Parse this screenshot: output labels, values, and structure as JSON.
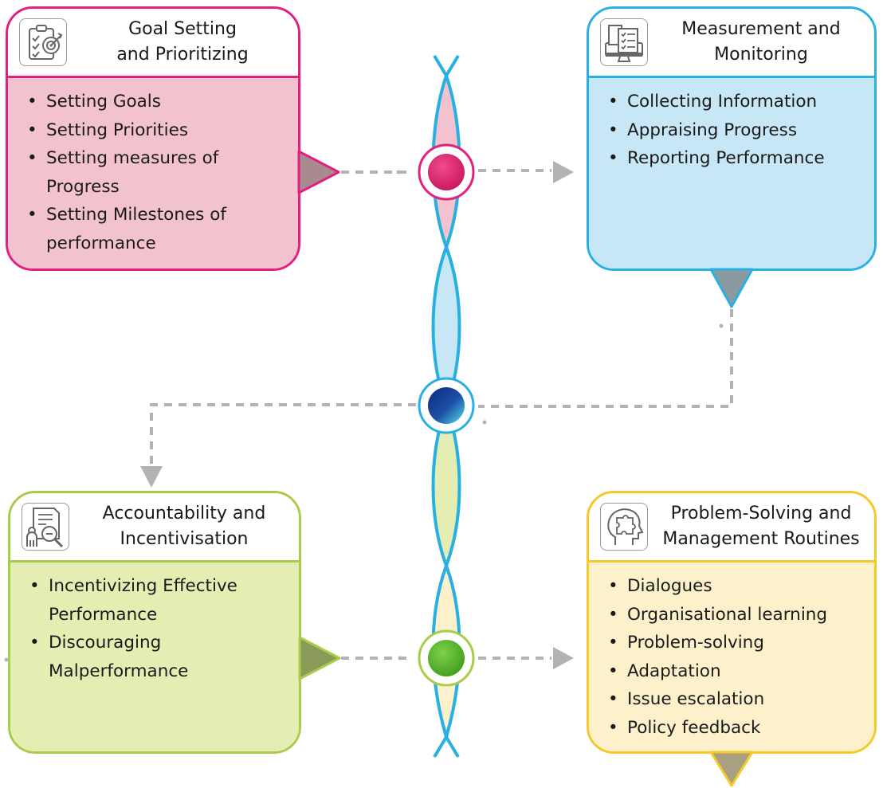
{
  "colors": {
    "goal": "#e3207e",
    "goal_fill": "#f3c2cf",
    "measure": "#29b0e3",
    "measure_fill": "#c7e7f6",
    "account": "#a9cc4a",
    "account_fill": "#e4eeb3",
    "problem": "#f4c928",
    "problem_fill": "#fdf1cc",
    "connector": "#b3b3b3",
    "strand": "#29b0e3"
  },
  "goal": {
    "icon": "clipboard-target-icon",
    "title_line1": "Goal Setting",
    "title_line2": "and Prioritizing",
    "items": [
      "Setting Goals",
      "Setting Priorities",
      "Setting measures of Progress",
      "Setting Milestones of performance"
    ]
  },
  "measure": {
    "icon": "monitor-checklist-icon",
    "title_line1": "Measurement and",
    "title_line2": "Monitoring",
    "items": [
      "Collecting Information",
      "Appraising Progress",
      "Reporting Performance"
    ]
  },
  "account": {
    "icon": "person-document-magnifier-icon",
    "title_line1": "Accountability and",
    "title_line2": "Incentivisation",
    "items": [
      "Incentivizing Effective Performance",
      "Discouraging Malperformance"
    ]
  },
  "problem": {
    "icon": "head-puzzle-icon",
    "title_line1": "Problem-Solving and",
    "title_line2": "Management Routines",
    "items": [
      "Dialogues",
      "Organisational learning",
      "Problem-solving",
      "Adaptation",
      "Issue escalation",
      "Policy feedback"
    ]
  }
}
